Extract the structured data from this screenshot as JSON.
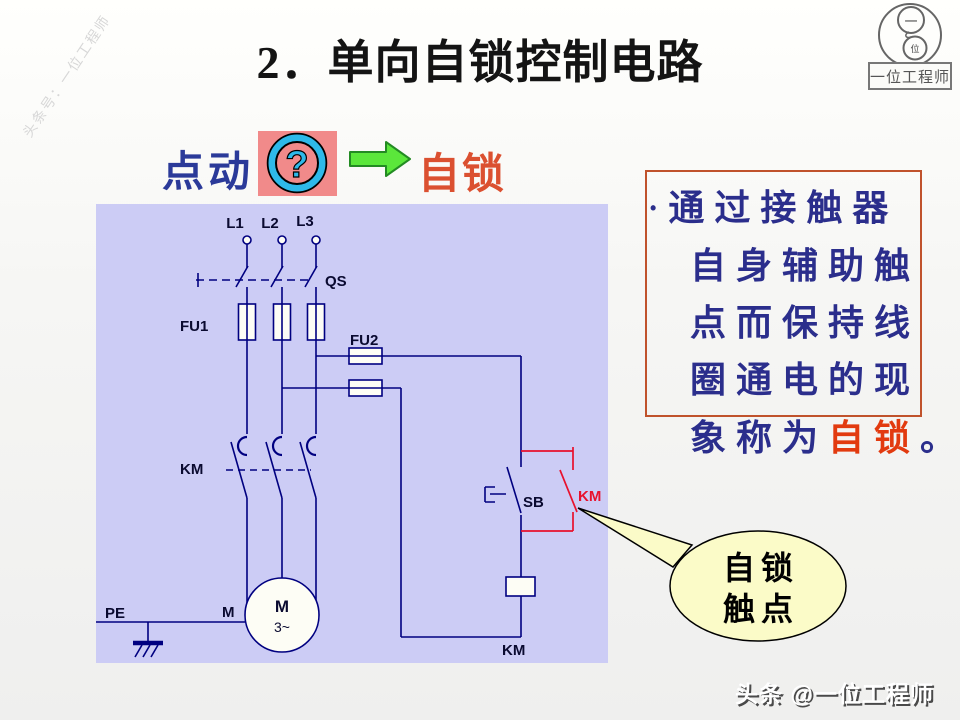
{
  "colors": {
    "wire": "#000080",
    "aux_red": "#e8112d",
    "panel_bg": "#ccccf5",
    "note_border": "#c0522c",
    "note_text": "#2b2e8c",
    "highlight_red": "#e23a0f",
    "callout_bg": "#fbfbc8",
    "arrow_green": "#5be73b",
    "icon_pink": "#f18a8a",
    "icon_cyan": "#2eb9e9"
  },
  "watermarks": {
    "diagonal": "头条号：一位工程师",
    "bottom": "头条 @一位工程师"
  },
  "logo": {
    "top_char": "一",
    "bottom_char": "位",
    "label": "一位工程师"
  },
  "title": "2．单向自锁控制电路",
  "intro": {
    "jog": "点动",
    "selflock": "自锁"
  },
  "circuit": {
    "l1": "L1",
    "l2": "L2",
    "l3": "L3",
    "qs": "QS",
    "fu1": "FU1",
    "fu2": "FU2",
    "km_main": "KM",
    "sb": "SB",
    "km_aux": "KM",
    "km_coil": "KM",
    "pe": "PE",
    "m": "M",
    "motor_m": "M",
    "motor_3ph": "3~"
  },
  "note": {
    "bullet": "•",
    "line1": "通过接触器",
    "line2": "自身辅助触",
    "line3": "点而保持线",
    "line4": "圈通电的现",
    "line5_prefix": "象称为",
    "line5_highlight": "自锁",
    "line5_suffix": "。"
  },
  "callout": {
    "line1": "自锁",
    "line2": "触点"
  }
}
